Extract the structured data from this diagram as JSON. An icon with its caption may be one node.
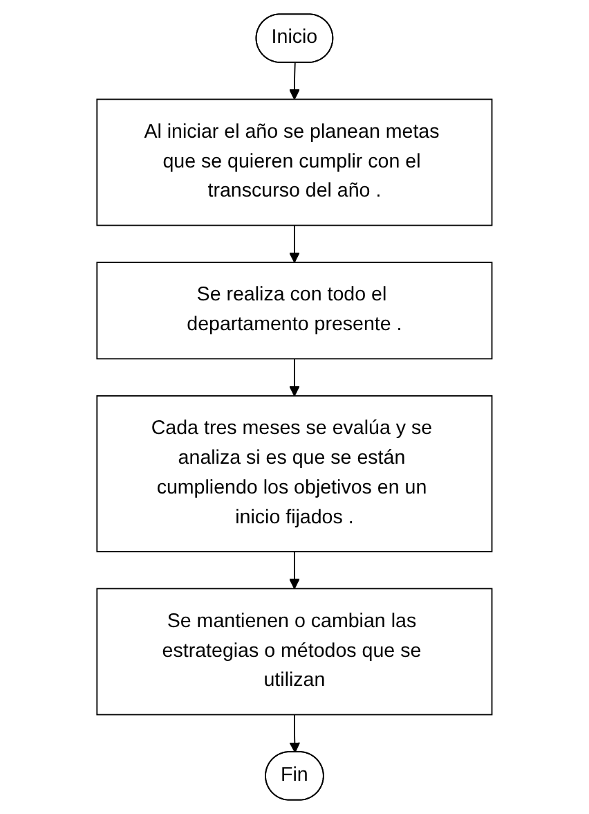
{
  "diagram": {
    "nodes": [
      {
        "text": [
          "Inicio"
        ]
      },
      {
        "text": [
          "Al iniciar el año se planean metas que se quieren cumplir con el transcurso del año ."
        ]
      },
      {
        "text": [
          "Se realiza con todo el departamento presente ."
        ]
      },
      {
        "text": [
          "Cada tres meses se evalúa y se analiza si es que se están cumpliendo los objetivos en un inicio fijados ."
        ]
      },
      {
        "text": [
          "Se mantienen o cambian las estrategias o métodos que se utilizan"
        ]
      },
      {
        "text": [
          "Fin"
        ]
      }
    ],
    "edges": [
      {
        "from": 0,
        "to": 1,
        "arrow": "to"
      },
      {
        "from": 1,
        "to": 2,
        "arrow": "to"
      },
      {
        "from": 2,
        "to": 3,
        "arrow": "to"
      },
      {
        "from": 3,
        "to": 4,
        "arrow": "to"
      },
      {
        "from": 4,
        "to": 5,
        "arrow": "to"
      }
    ]
  }
}
